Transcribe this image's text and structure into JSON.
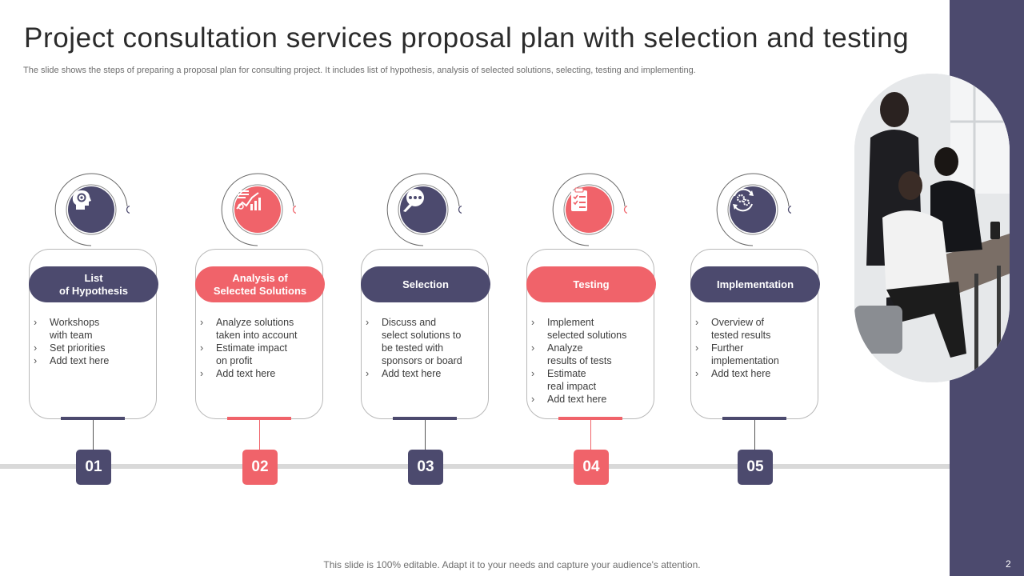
{
  "slide": {
    "title": "Project consultation services proposal plan with selection and testing",
    "subtitle": "The slide shows the steps of preparing a proposal plan for consulting project. It includes list of hypothesis, analysis of selected solutions, selecting, testing and implementing.",
    "footer": "This slide is 100% editable. Adapt it to your needs and capture your audience's attention.",
    "page_number": "2"
  },
  "colors": {
    "navy": "#4c4a6e",
    "coral": "#f0636a",
    "timeline": "#d9d9d9"
  },
  "steps": [
    {
      "number": "01",
      "heading": "List\nof Hypothesis",
      "color": "navy",
      "icon": "head-gear-icon",
      "bullets": [
        "Workshops\nwith team",
        "Set priorities",
        "Add text here"
      ]
    },
    {
      "number": "02",
      "heading": "Analysis of\nSelected Solutions",
      "color": "coral",
      "icon": "analysis-chart-icon",
      "bullets": [
        "Analyze solutions\ntaken into account",
        "Estimate impact\non profit",
        "Add text here"
      ]
    },
    {
      "number": "03",
      "heading": "Selection",
      "color": "navy",
      "icon": "hand-selection-icon",
      "bullets": [
        "Discuss and\nselect solutions to\nbe tested with\nsponsors or board",
        "Add text here"
      ]
    },
    {
      "number": "04",
      "heading": "Testing",
      "color": "coral",
      "icon": "clipboard-checklist-icon",
      "bullets": [
        "Implement\nselected solutions",
        "Analyze\nresults of tests",
        "Estimate\nreal impact",
        "Add text here"
      ]
    },
    {
      "number": "05",
      "heading": "Implementation",
      "color": "navy",
      "icon": "gears-cycle-icon",
      "bullets": [
        "Overview  of\ntested results",
        "Further\nimplementation",
        "Add text here"
      ]
    }
  ]
}
